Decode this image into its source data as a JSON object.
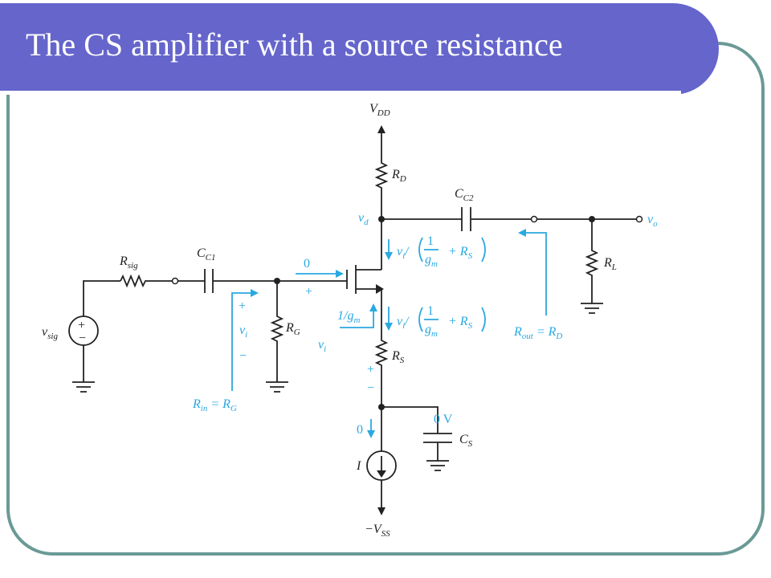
{
  "slide": {
    "title": "The CS amplifier with a source resistance"
  },
  "circuit": {
    "supply_top": "V",
    "supply_top_sub": "DD",
    "supply_bottom": "−V",
    "supply_bottom_sub": "SS",
    "rd": "R",
    "rd_sub": "D",
    "rs": "R",
    "rs_sub": "S",
    "rg": "R",
    "rg_sub": "G",
    "rl": "R",
    "rl_sub": "L",
    "rsig": "R",
    "rsig_sub": "sig",
    "cc1": "C",
    "cc1_sub": "C1",
    "cc2": "C",
    "cc2_sub": "C2",
    "cs": "C",
    "cs_sub": "S",
    "vsig": "v",
    "vsig_sub": "sig",
    "vd": "v",
    "vd_sub": "d",
    "vo": "v",
    "vo_sub": "o",
    "current_source": "I",
    "source_plus": "+",
    "source_minus": "−"
  },
  "annotations": {
    "gate_current": "0",
    "gate_plus": "+",
    "vi_plus": "+",
    "vi": "v",
    "vi_sub": "i",
    "vi_minus": "−",
    "vi_right": "v",
    "vi_right_sub": "i",
    "drain_current_num": "1",
    "drain_current_den": "g",
    "drain_current_den_sub": "m",
    "drain_current_prefix": "v",
    "drain_current_prefix_sub": "i",
    "drain_current_suffix": "+ R",
    "drain_current_suffix_sub": "S",
    "source_current_num": "1",
    "source_current_den": "g",
    "source_current_den_sub": "m",
    "source_current_prefix": "v",
    "source_current_prefix_sub": "i",
    "source_current_suffix": "+ R",
    "source_current_suffix_sub": "S",
    "one_over_gm": "1/g",
    "one_over_gm_sub": "m",
    "rs_plus": "+",
    "rs_minus": "−",
    "cs_voltage": "0 V",
    "cs_current": "0",
    "rin": "R",
    "rin_sub": "in",
    "rin_eq": " = R",
    "rin_eq_sub": "G",
    "rout": "R",
    "rout_sub": "out",
    "rout_eq": " = R",
    "rout_eq_sub": "D"
  },
  "colors": {
    "banner": "#6565cc",
    "frame": "#6a9a96",
    "annotation": "#2aa8e0",
    "wire": "#222222"
  }
}
